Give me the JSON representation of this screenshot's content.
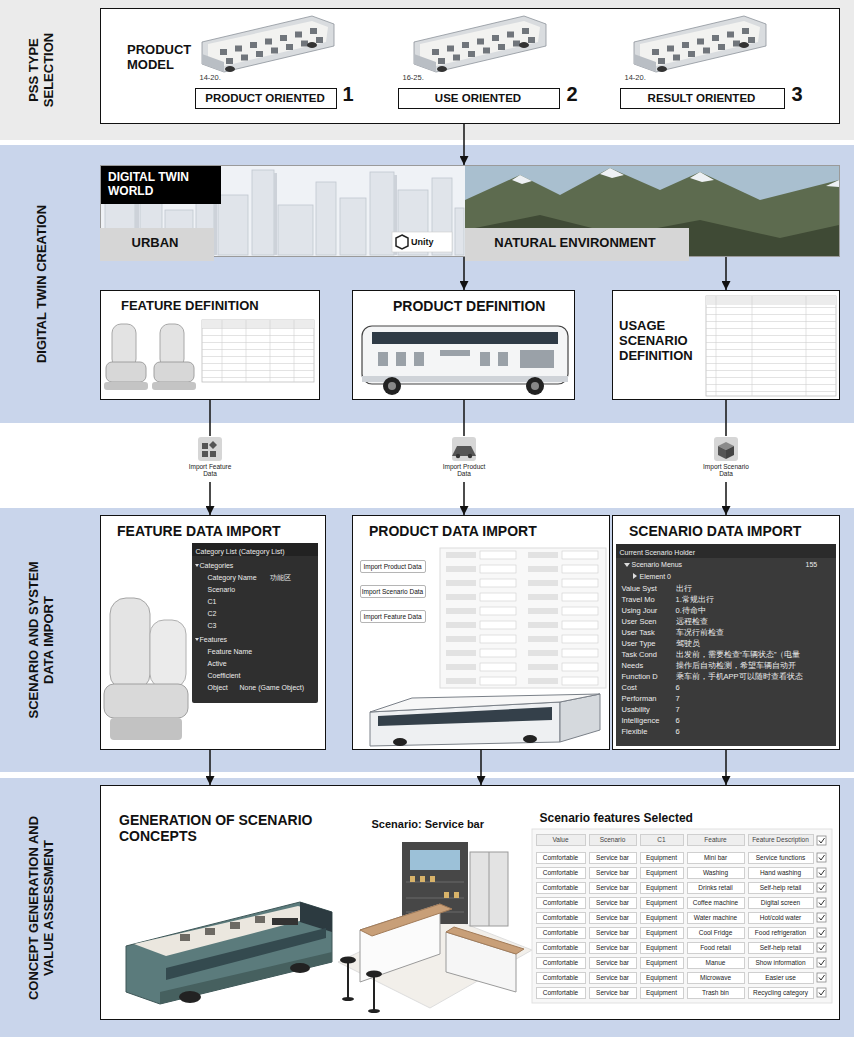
{
  "diagram": {
    "nodes": [
      {
        "text": [
          "PSS TYPE SELECTION"
        ]
      },
      {
        "text": [
          "PRODUCT MODEL"
        ],
        "in": 0
      },
      {
        "text": [
          "PRODUCT ORIENTED"
        ],
        "in": 1
      },
      {
        "text": [
          "USE ORIENTED"
        ],
        "in": 1
      },
      {
        "text": [
          "RESULT ORIENTED"
        ],
        "in": 1
      },
      {
        "text": [
          "DIGITAL TWIN CREATION"
        ]
      },
      {
        "text": [
          "DIGITAL TWIN WORLD"
        ],
        "in": 5
      },
      {
        "text": [
          "URBAN"
        ],
        "in": 6
      },
      {
        "text": [
          "NATURAL ENVIRONMENT"
        ],
        "in": 6
      },
      {
        "text": [
          "FEATURE DEFINITION"
        ],
        "in": 5
      },
      {
        "text": [
          "PRODUCT DEFINITION"
        ],
        "in": 5
      },
      {
        "text": [
          "USAGE SCENARIO DEFINITION"
        ],
        "in": 5
      },
      {
        "text": [
          "Import Feature Data"
        ]
      },
      {
        "text": [
          "Import Product Data"
        ]
      },
      {
        "text": [
          "Import Scenario Data"
        ]
      },
      {
        "text": [
          "SCENARIO AND SYSTEM DATA IMPORT"
        ]
      },
      {
        "text": [
          "FEATURE DATA IMPORT"
        ],
        "in": 15
      },
      {
        "text": [
          "PRODUCT DATA IMPORT"
        ],
        "in": 15
      },
      {
        "text": [
          "SCENARIO DATA IMPORT"
        ],
        "in": 15
      },
      {
        "text": [
          "CONCEPT GENERATION AND VALUE ASSESSMENT"
        ]
      },
      {
        "text": [
          "GENERATION OF SCENARIO CONCEPTS"
        ],
        "in": 19
      }
    ],
    "edges": [
      {
        "from": 1,
        "to": 6,
        "arrow": "to"
      },
      {
        "from": 6,
        "to": 10,
        "arrow": "to"
      },
      {
        "from": 6,
        "to": 11,
        "arrow": "to"
      },
      {
        "from": 9,
        "to": 12,
        "arrow": "none"
      },
      {
        "from": 10,
        "to": 13,
        "arrow": "none"
      },
      {
        "from": 11,
        "to": 14,
        "arrow": "none"
      },
      {
        "from": 12,
        "to": 16,
        "arrow": "to"
      },
      {
        "from": 13,
        "to": 17,
        "arrow": "to"
      },
      {
        "from": 14,
        "to": 18,
        "arrow": "to"
      },
      {
        "from": 16,
        "to": 20,
        "arrow": "to"
      },
      {
        "from": 17,
        "to": 20,
        "arrow": "to"
      },
      {
        "from": 18,
        "to": 20,
        "arrow": "to"
      }
    ],
    "labels": [
      "14-20.",
      "1",
      "16-25.",
      "2",
      "14-20.",
      "3",
      "Unity",
      "Category List (Category List)",
      "Categories",
      "Category Name",
      "功能区",
      "Scenario",
      "C1",
      "C2",
      "C3",
      "Features",
      "Feature Name",
      "Active",
      "Coefficient",
      "Object",
      "None (Game Object)",
      "Import Product Data",
      "Import Scenario Data",
      "Import Feature Data",
      "Current Scenario Holder",
      "Scenario Menus",
      "155",
      "Element 0",
      "Value Syst",
      "出行",
      "Travel Mo",
      "1.常规出行",
      "Using Jour",
      "0.待命中",
      "User Scen",
      "远程检查",
      "User Task",
      "车况行前检查",
      "User Type",
      "驾驶员",
      "Task Cond",
      "出发前，需要检查“车辆状态”（电量",
      "Needs",
      "操作后自动检测，希望车辆自动开",
      "Function D",
      "乘车前，手机APP可以随时查看状态",
      "Cost",
      "6",
      "Performan",
      "7",
      "Usability",
      "7",
      "Intelligence",
      "6",
      "Flexible",
      "6",
      "Scenario: Service bar",
      "Scenario features Selected",
      "Value",
      "Scenario",
      "C1",
      "Feature",
      "Feature Description",
      "Comfortable",
      "Service bar",
      "Equipment",
      "Mini bar",
      "Service functions",
      "Comfortable",
      "Service bar",
      "Equipment",
      "Washing",
      "Hand washing",
      "Comfortable",
      "Service bar",
      "Equipment",
      "Drinks retail",
      "Self-help retail",
      "Comfortable",
      "Service bar",
      "Equipment",
      "Coffee machine",
      "Digital screen",
      "Comfortable",
      "Service bar",
      "Equipment",
      "Water machine",
      "Hot/cold water",
      "Comfortable",
      "Service bar",
      "Equipment",
      "Cool Fridge",
      "Food refrigeration",
      "Comfortable",
      "Service bar",
      "Equipment",
      "Food retail",
      "Self-help retail",
      "Comfortable",
      "Service bar",
      "Equipment",
      "Manue",
      "Show information",
      "Comfortable",
      "Service bar",
      "Equipment",
      "Microwave",
      "Easier use",
      "Comfortable",
      "Service bar",
      "Equipment",
      "Trash bin",
      "Recycling category"
    ]
  }
}
